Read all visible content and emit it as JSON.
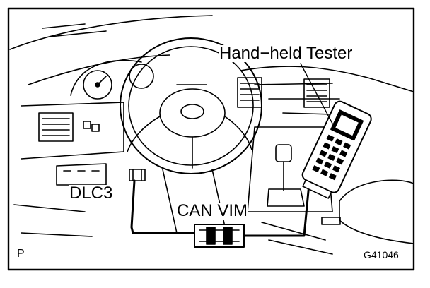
{
  "labels": {
    "tester": "Hand−held Tester",
    "dlc": "DLC3",
    "vim": "CAN VIM",
    "corner_mark": "P",
    "figure_code": "G41046"
  },
  "colors": {
    "ink": "#000000",
    "paper": "#ffffff"
  }
}
